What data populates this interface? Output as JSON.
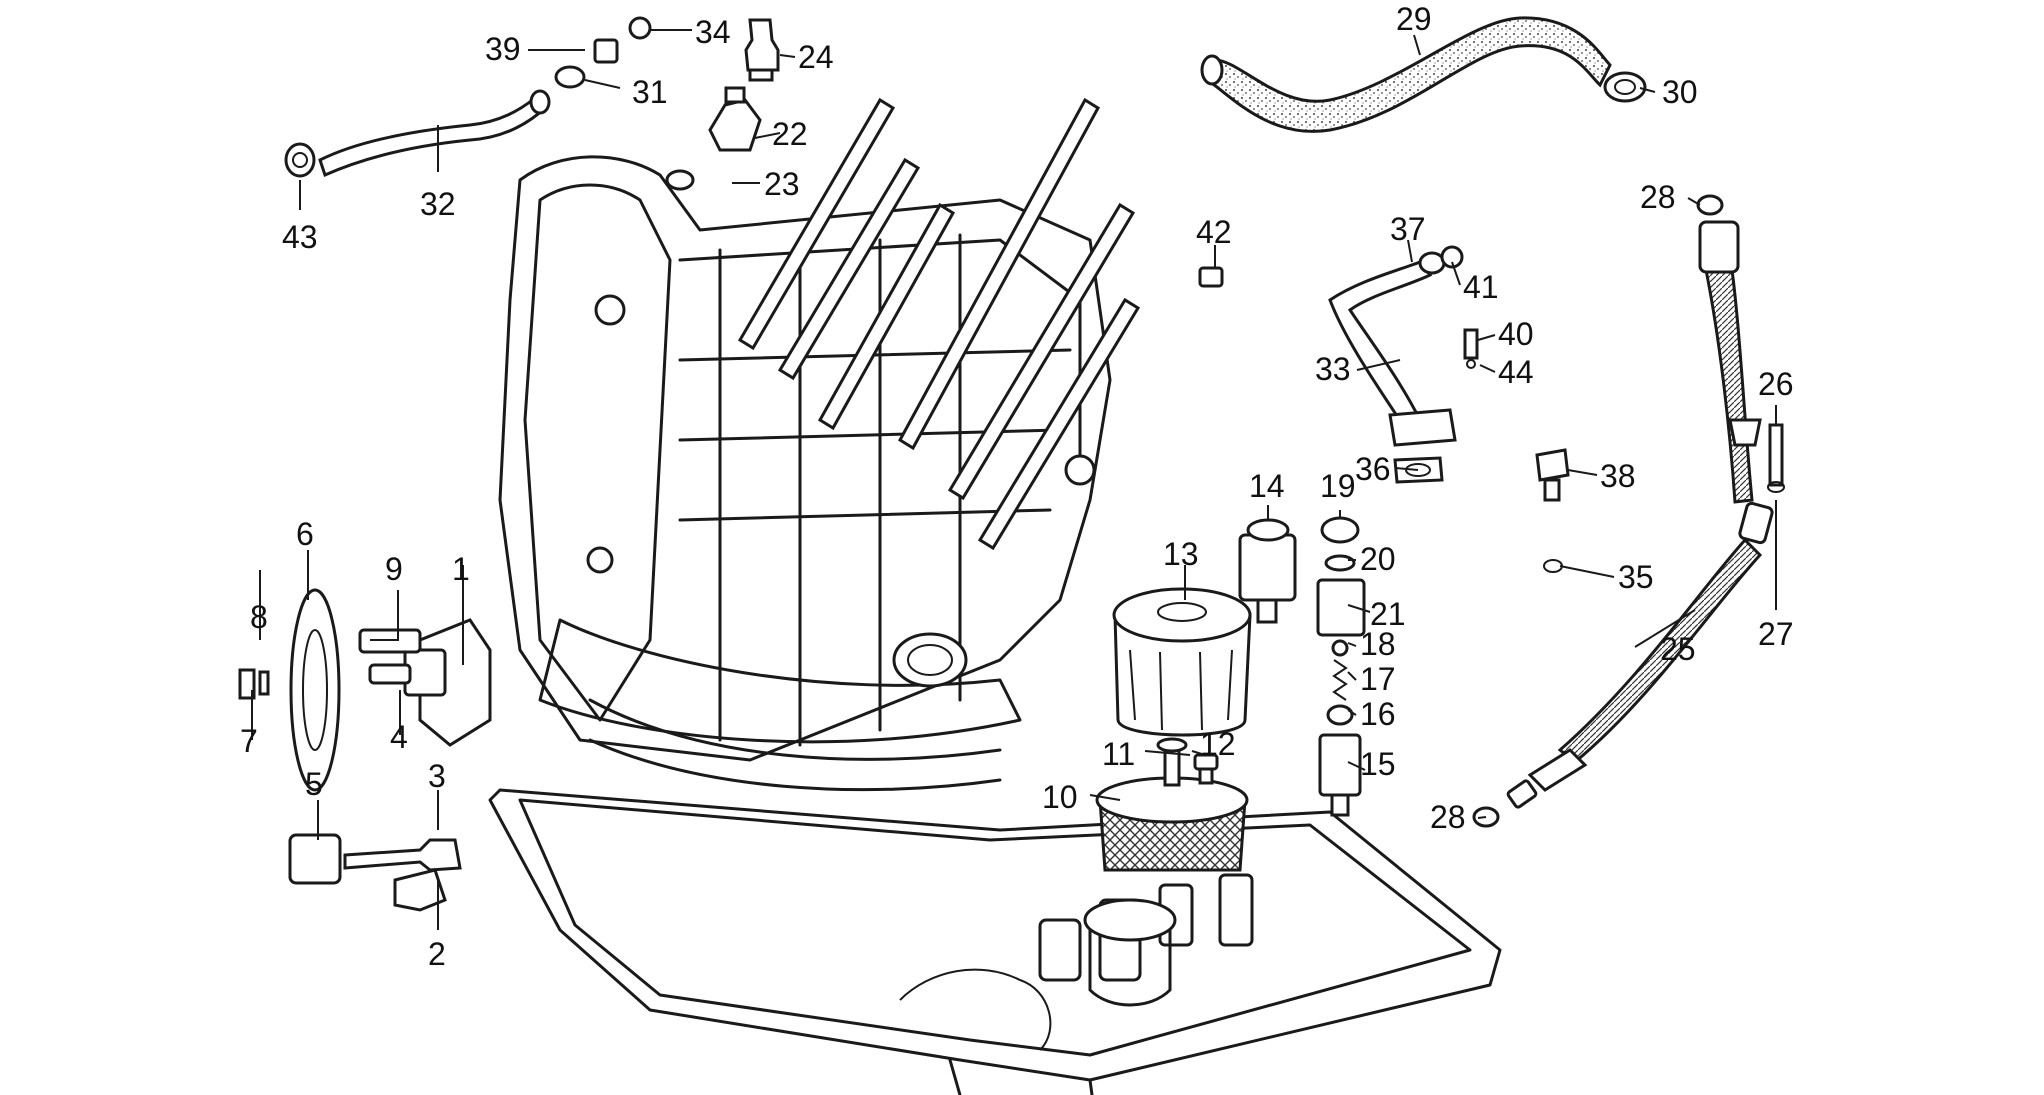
{
  "callouts": [
    {
      "id": "1",
      "label": "1"
    },
    {
      "id": "2",
      "label": "2"
    },
    {
      "id": "3",
      "label": "3"
    },
    {
      "id": "4",
      "label": "4"
    },
    {
      "id": "5",
      "label": "5"
    },
    {
      "id": "6",
      "label": "6"
    },
    {
      "id": "7",
      "label": "7"
    },
    {
      "id": "8",
      "label": "8"
    },
    {
      "id": "9",
      "label": "9"
    },
    {
      "id": "10",
      "label": "10"
    },
    {
      "id": "11",
      "label": "11"
    },
    {
      "id": "12",
      "label": "12"
    },
    {
      "id": "13",
      "label": "13"
    },
    {
      "id": "14",
      "label": "14"
    },
    {
      "id": "15",
      "label": "15"
    },
    {
      "id": "16",
      "label": "16"
    },
    {
      "id": "17",
      "label": "17"
    },
    {
      "id": "18",
      "label": "18"
    },
    {
      "id": "19",
      "label": "19"
    },
    {
      "id": "20",
      "label": "20"
    },
    {
      "id": "21",
      "label": "21"
    },
    {
      "id": "22",
      "label": "22"
    },
    {
      "id": "23",
      "label": "23"
    },
    {
      "id": "24",
      "label": "24"
    },
    {
      "id": "25",
      "label": "25"
    },
    {
      "id": "26",
      "label": "26"
    },
    {
      "id": "27",
      "label": "27"
    },
    {
      "id": "28a",
      "label": "28"
    },
    {
      "id": "28b",
      "label": "28"
    },
    {
      "id": "29",
      "label": "29"
    },
    {
      "id": "30",
      "label": "30"
    },
    {
      "id": "31",
      "label": "31"
    },
    {
      "id": "32",
      "label": "32"
    },
    {
      "id": "33",
      "label": "33"
    },
    {
      "id": "34",
      "label": "34"
    },
    {
      "id": "35",
      "label": "35"
    },
    {
      "id": "36",
      "label": "36"
    },
    {
      "id": "37",
      "label": "37"
    },
    {
      "id": "38",
      "label": "38"
    },
    {
      "id": "39",
      "label": "39"
    },
    {
      "id": "40",
      "label": "40"
    },
    {
      "id": "41",
      "label": "41"
    },
    {
      "id": "42",
      "label": "42"
    },
    {
      "id": "43",
      "label": "43"
    },
    {
      "id": "44",
      "label": "44"
    }
  ],
  "colors": {
    "line": "#1a1a1a",
    "background": "#ffffff"
  }
}
